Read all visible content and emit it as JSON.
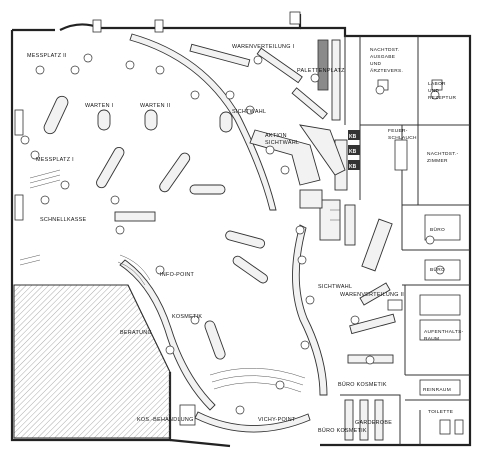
{
  "plan": {
    "labels": {
      "messplatz_2": "MESSPLATZ II",
      "warten_1": "WARTEN I",
      "warten_2": "WARTEN II",
      "messplatz_1": "MESSPLATZ I",
      "schnellkasse": "SCHNELLKASSE",
      "warenverteilung_1": "WARENVERTEILUNG I",
      "palettenplatz": "PALETTENPLATZ",
      "sichtwahl_top": "SICHTWAHL",
      "aktion_sichtwahl_1": "AKTION",
      "aktion_sichtwahl_2": "SICHTWAHL",
      "kb": "KB",
      "nachtdienst_1": "NACHTDST.",
      "nachtdienst_2": "AUSGABE",
      "nachtdienst_3": "UND",
      "nachtdienst_4": "ÄRZTEVERS.",
      "labor_1": "LABOR",
      "labor_2": "UND",
      "labor_3": "REZEPTUR",
      "feuerschlauch_1": "FEUER-",
      "feuerschlauch_2": "SCHLAUCH",
      "nachtdienstzimmer_1": "NACHTDST.-",
      "nachtdienstzimmer_2": "ZIMMER",
      "buero_1": "BÜRO",
      "buero_2": "BÜRO",
      "info_point": "INFO-POINT",
      "sichtwahl_mid": "SICHTWAHL",
      "warenverteilung_2": "WARENVERTEILUNG II",
      "kosmetik": "KOSMETIK",
      "beratung": "BERATUNG",
      "aufenthaltsraum_1": "AUFENTHALTS-",
      "aufenthaltsraum_2": "RAUM",
      "buero_kosmetik": "BÜRO KOSMETIK",
      "reinraum": "REINRAUM",
      "garderobe": "GARDEROBE",
      "toilette": "TOILETTE",
      "kos_behandlung": "KOS.-BEHANDLUNG",
      "vichy_point": "VICHY-POINT",
      "buero_kosmetik_2": "BÜRO KOSMETIK"
    }
  }
}
